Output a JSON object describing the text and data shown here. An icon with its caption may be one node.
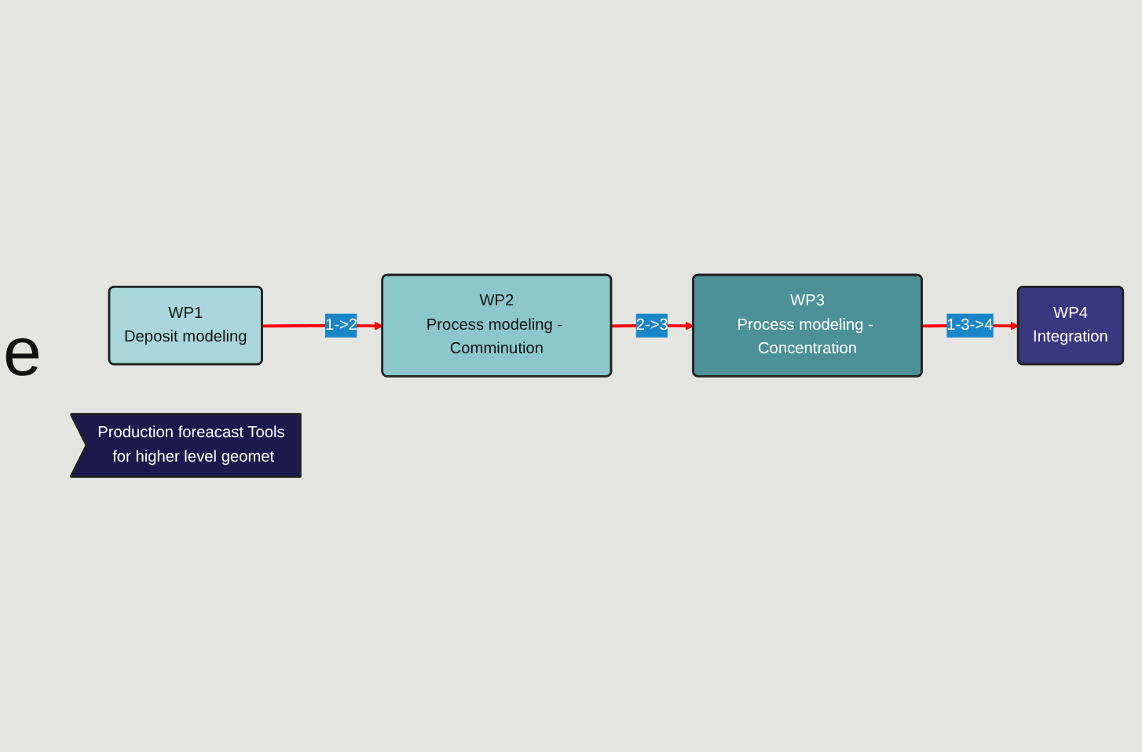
{
  "diagram": {
    "nodes": [
      {
        "text": [
          "WP1",
          "Deposit modeling"
        ]
      },
      {
        "text": [
          "WP2",
          "Process modeling - Comminution"
        ]
      },
      {
        "text": [
          "WP3",
          "Process modeling - Concentration"
        ]
      },
      {
        "text": [
          "WP4",
          "Integration"
        ]
      },
      {
        "text": [
          "Production foreacast Tools for higher level geomet"
        ]
      }
    ],
    "edges": [
      {
        "from": 0,
        "to": 1,
        "arrow": "to",
        "label": "1->2",
        "color": "#ff0000"
      },
      {
        "from": 1,
        "to": 2,
        "arrow": "to",
        "label": "2->3",
        "color": "#ff0000"
      },
      {
        "from": 2,
        "to": 3,
        "arrow": "to",
        "label": "1-3->4",
        "color": "#ff0000"
      }
    ],
    "labels": [
      "e"
    ]
  }
}
